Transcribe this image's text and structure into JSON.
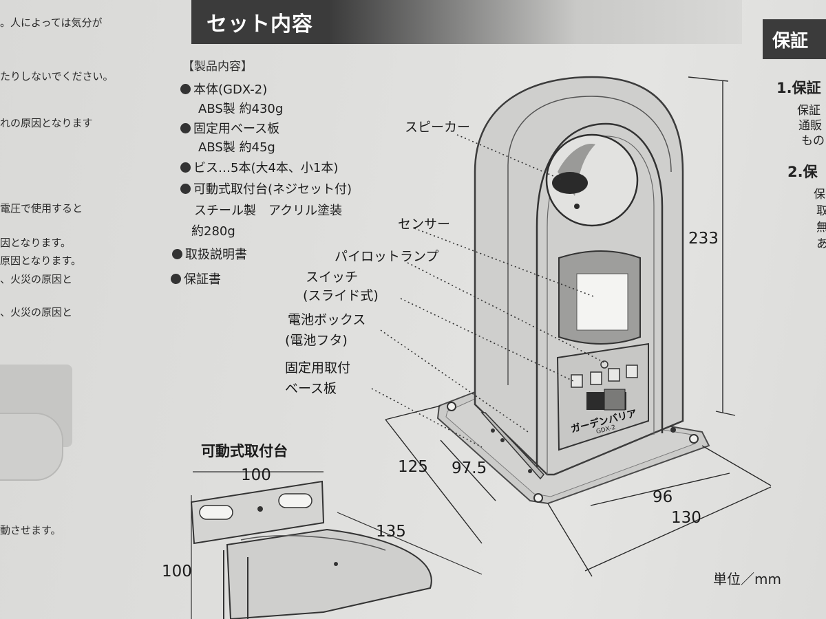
{
  "left_column": {
    "lines": [
      "。人によっては気分が",
      "たりしないでください。",
      "れの原因となります",
      "電圧で使用すると",
      "因となります。",
      "原因となります。",
      "、火災の原因と",
      "、火災の原因と",
      "動させます。"
    ]
  },
  "section": {
    "title": "セット内容",
    "sub_header": "【製品内容】"
  },
  "contents": {
    "item1": "本体(GDX-2)",
    "item1_detail": "ABS製 約430g",
    "item2": "固定用ベース板",
    "item2_detail": "ABS製 約45g",
    "item3": "ビス…5本(大4本、小1本)",
    "item4": "可動式取付台(ネジセット付)",
    "item4_detail1": "スチール製　アクリル塗装",
    "item4_detail2": "約280g",
    "item5": "取扱説明書",
    "item6": "保証書"
  },
  "callouts": {
    "speaker": "スピーカー",
    "sensor": "センサー",
    "pilot_lamp": "パイロットランプ",
    "switch_line1": "スイッチ",
    "switch_line2": "(スライド式)",
    "battery_line1": "電池ボックス",
    "battery_line2": "(電池フタ)",
    "base_line1": "固定用取付",
    "base_line2": "ベース板"
  },
  "device": {
    "brand": "ガーデンバリア",
    "model": "GDX-2"
  },
  "mount": {
    "title": "可動式取付台"
  },
  "dimensions": {
    "height": "233",
    "mount_width": "100",
    "mount_height": "100",
    "mount_depth": "135",
    "base_depth": "125",
    "inner_depth": "97.5",
    "inner_width": "96",
    "base_width": "130",
    "unit": "単位／mm"
  },
  "right_column": {
    "header": "保証",
    "h1": "1.保証",
    "h1_line1": "保証",
    "h1_line2": "通販",
    "h1_line3": "もの",
    "h2": "2.保",
    "h2_line1": "保",
    "h2_line2": "取",
    "h2_line3": "無",
    "h2_line4": "あ"
  }
}
